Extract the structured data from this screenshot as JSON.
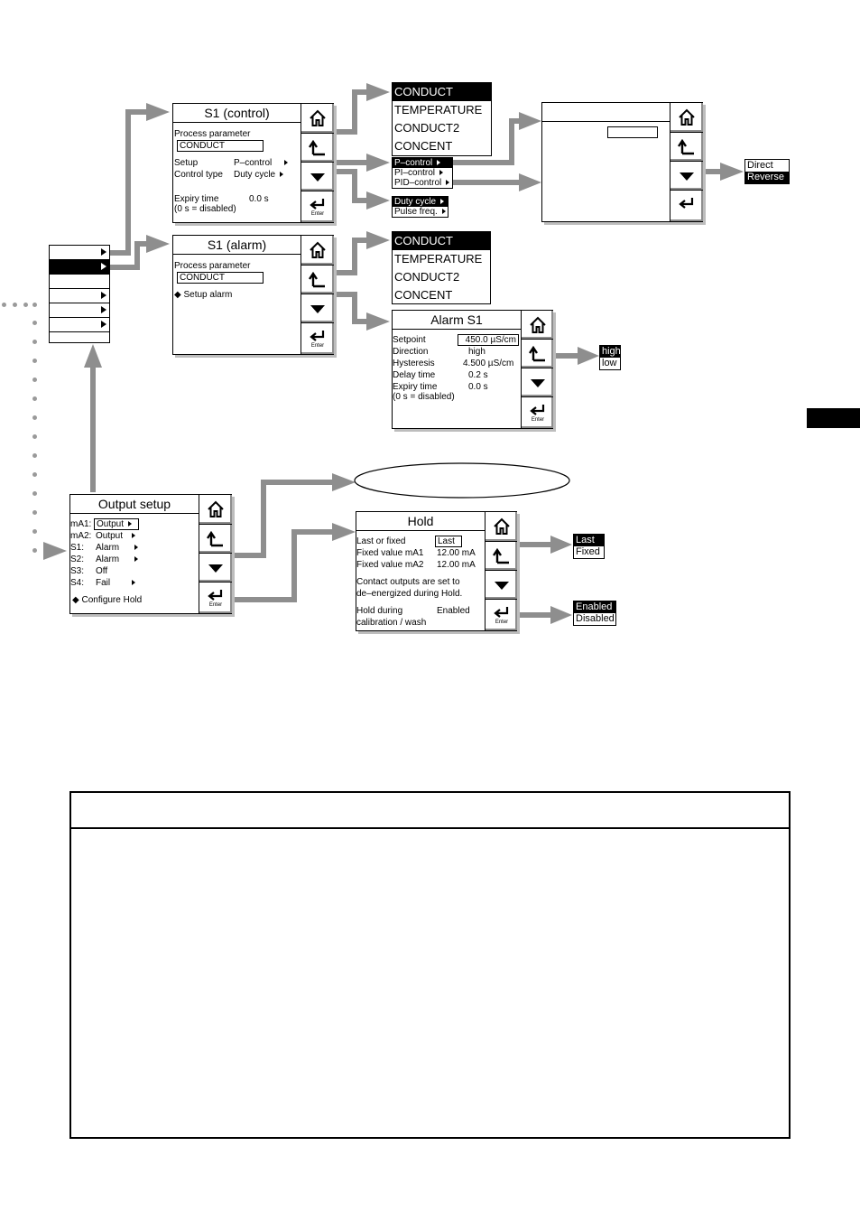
{
  "colors": {
    "arrow": "#8e8e8e",
    "ink": "#000000",
    "shadow": "#bdbdbd",
    "dots": "#9a9a9a"
  },
  "icons": {
    "home": "home-icon",
    "back": "return-arrow-icon",
    "down": "down-triangle-icon",
    "enter": "enter-icon"
  },
  "buttons": {
    "enter_label": "Enter"
  },
  "s1_control": {
    "title": "S1 (control)",
    "process_parameter_label": "Process parameter",
    "process_parameter_value": "CONDUCT",
    "setup_label": "Setup",
    "setup_value": "P–control",
    "control_type_label": "Control type",
    "control_type_value": "Duty cycle",
    "expiry_label": "Expiry time",
    "expiry_value": "0.0 s",
    "expiry_note": "(0 s = disabled)"
  },
  "s1_alarm": {
    "title": "S1 (alarm)",
    "process_parameter_label": "Process parameter",
    "process_parameter_value": "CONDUCT",
    "setup_alarm_label": "◆ Setup alarm"
  },
  "parameter_list_1": [
    "CONDUCT",
    "TEMPERATURE",
    "CONDUCT2",
    "CONCENT"
  ],
  "parameter_list_2": [
    "CONDUCT",
    "TEMPERATURE",
    "CONDUCT2",
    "CONCENT"
  ],
  "control_mode_list": [
    "P–control",
    "PI–control",
    "PID–control"
  ],
  "control_type_list": [
    "Duty cycle",
    "Pulse freq."
  ],
  "direction_options": [
    "Direct",
    "Reverse"
  ],
  "alarm_s1": {
    "title": "Alarm S1",
    "setpoint_label": "Setpoint",
    "setpoint_value": "450.0 µS/cm",
    "direction_label": "Direction",
    "direction_value": "high",
    "hysteresis_label": "Hysteresis",
    "hysteresis_value": "4.500 µS/cm",
    "delay_label": "Delay time",
    "delay_value": "0.2 s",
    "expiry_label": "Expiry time",
    "expiry_value": "0.0 s",
    "expiry_note": "(0 s = disabled)"
  },
  "high_low_options": [
    "high",
    "low"
  ],
  "output_setup": {
    "title": "Output setup",
    "rows": [
      {
        "label": "mA1:",
        "value": "Output",
        "arrow": true,
        "boxed": true
      },
      {
        "label": "mA2:",
        "value": "Output",
        "arrow": true,
        "boxed": false
      },
      {
        "label": "S1:",
        "value": "Alarm",
        "arrow": true,
        "boxed": false
      },
      {
        "label": "S2:",
        "value": "Alarm",
        "arrow": true,
        "boxed": false
      },
      {
        "label": "S3:",
        "value": "Off",
        "arrow": false,
        "boxed": false
      },
      {
        "label": "S4:",
        "value": "Fail",
        "arrow": true,
        "boxed": false
      }
    ],
    "configure_hold": "◆ Configure Hold"
  },
  "hold": {
    "title": "Hold",
    "last_or_fixed_label": "Last or fixed",
    "last_or_fixed_value": "Last",
    "fixed_ma1_label": "Fixed value mA1",
    "fixed_ma1_value": "12.00 mA",
    "fixed_ma2_label": "Fixed value mA2",
    "fixed_ma2_value": "12.00 mA",
    "contact_line1": "Contact outputs are set to",
    "contact_line2": "de–energized during Hold.",
    "hold_during_label": "Hold during",
    "hold_during_value": "Enabled",
    "calibration_label": "calibration / wash"
  },
  "last_fixed_options": [
    "Last",
    "Fixed"
  ],
  "enabled_disabled_options": [
    "Enabled",
    "Disabled"
  ]
}
